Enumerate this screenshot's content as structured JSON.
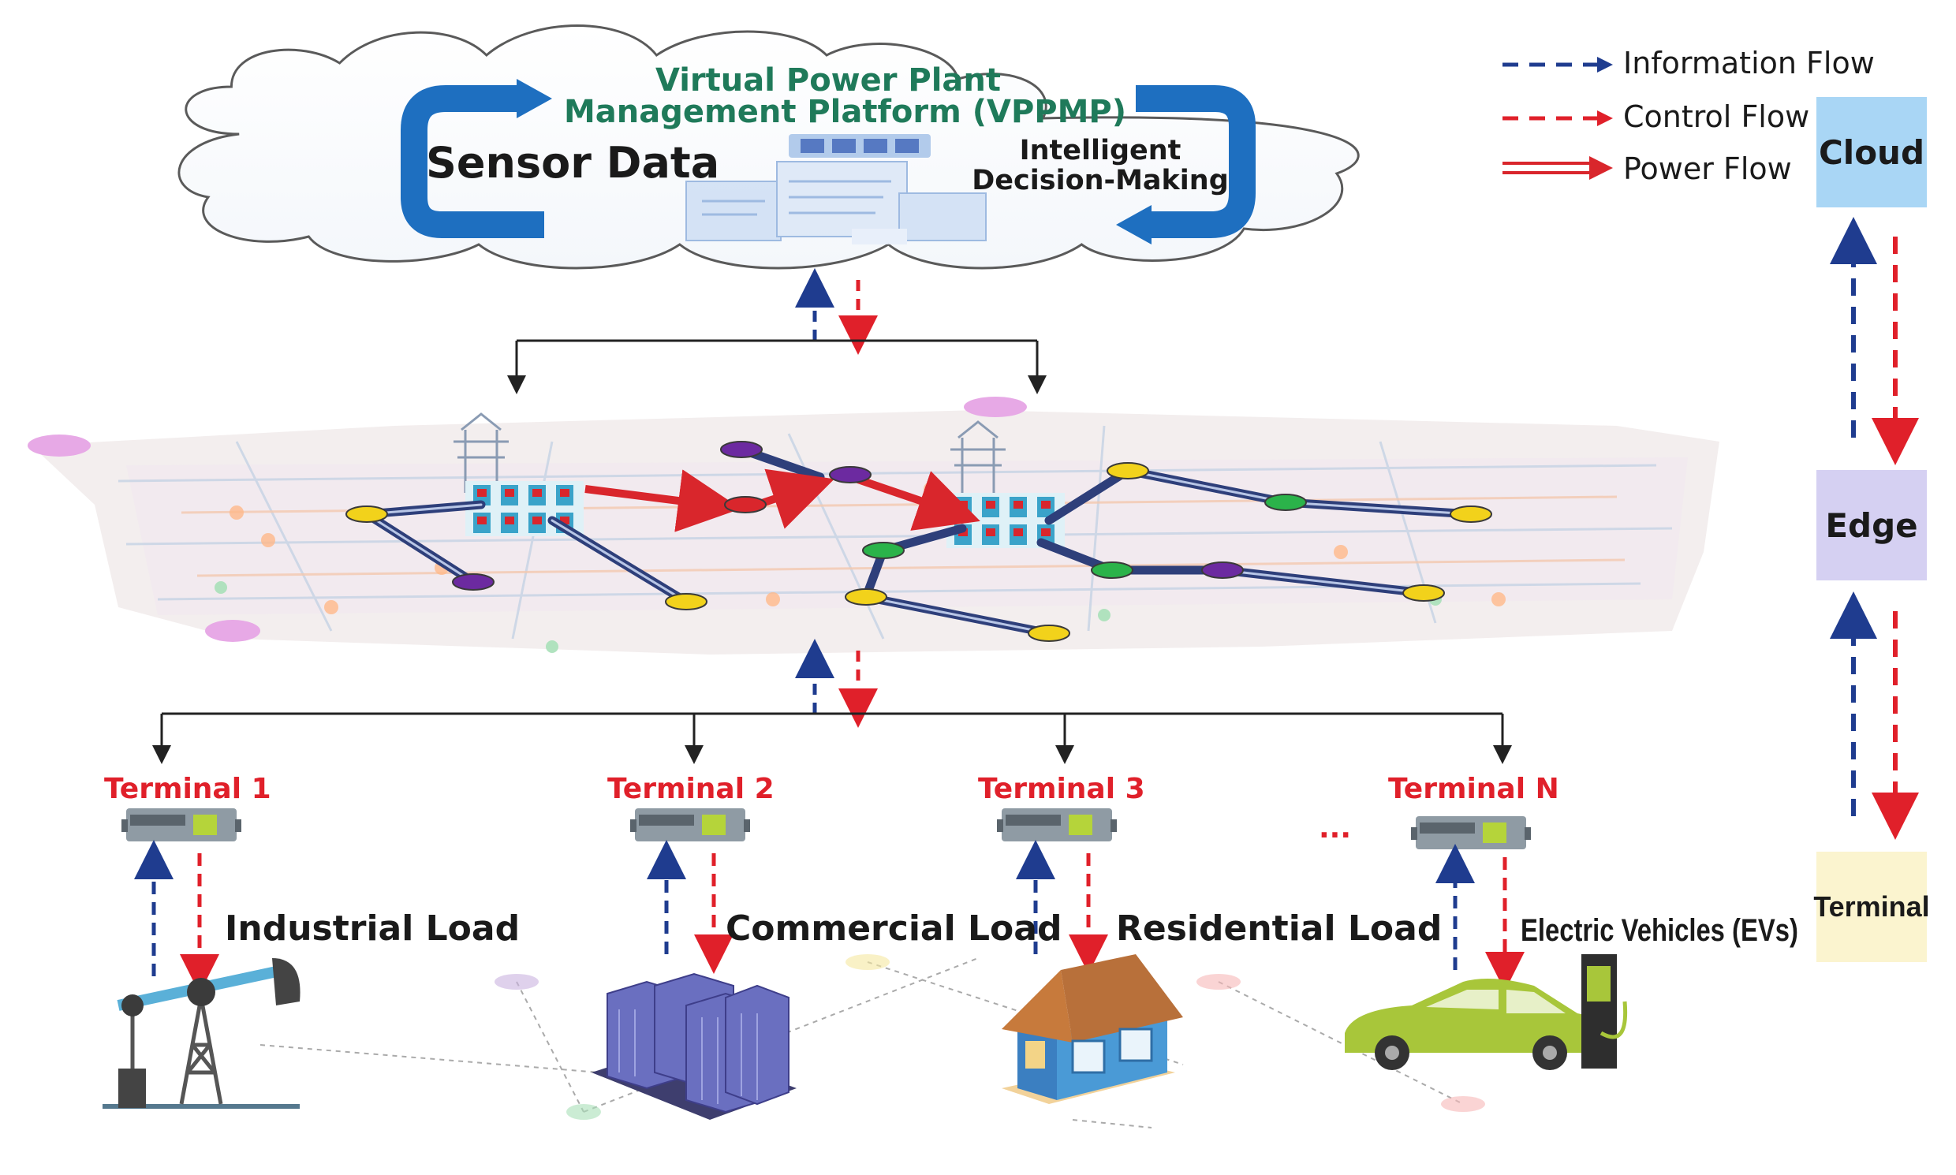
{
  "legend": {
    "information_flow": "Information Flow",
    "control_flow": "Control Flow",
    "power_flow": "Power Flow"
  },
  "colors": {
    "information": "#1f3c8f",
    "control": "#e0202a",
    "power": "#d9262c",
    "cloud_tier": "#a9d6f5",
    "edge_tier": "#d5d0f2",
    "terminal_tier": "#fbf4cf",
    "platform_title": "#1f7a5a",
    "terminal_label": "#e0202a"
  },
  "tiers": {
    "cloud": "Cloud",
    "edge": "Edge",
    "terminal": "Terminal"
  },
  "cloud": {
    "title_line1": "Virtual Power Plant",
    "title_line2": "Management Platform (VPPMP)",
    "sensor_data": "Sensor Data",
    "decision_line1": "Intelligent",
    "decision_line2": "Decision-Making"
  },
  "terminals": [
    {
      "label": "Terminal 1",
      "load": "Industrial Load",
      "icon": "oil-pump-icon"
    },
    {
      "label": "Terminal 2",
      "load": "Commercial Load",
      "icon": "office-buildings-icon"
    },
    {
      "label": "Terminal 3",
      "load": "Residential Load",
      "icon": "house-icon"
    },
    {
      "label": "Terminal N",
      "load": "Electric Vehicles (EVs)",
      "icon": "electric-car-icon"
    }
  ],
  "ellipsis": "..."
}
